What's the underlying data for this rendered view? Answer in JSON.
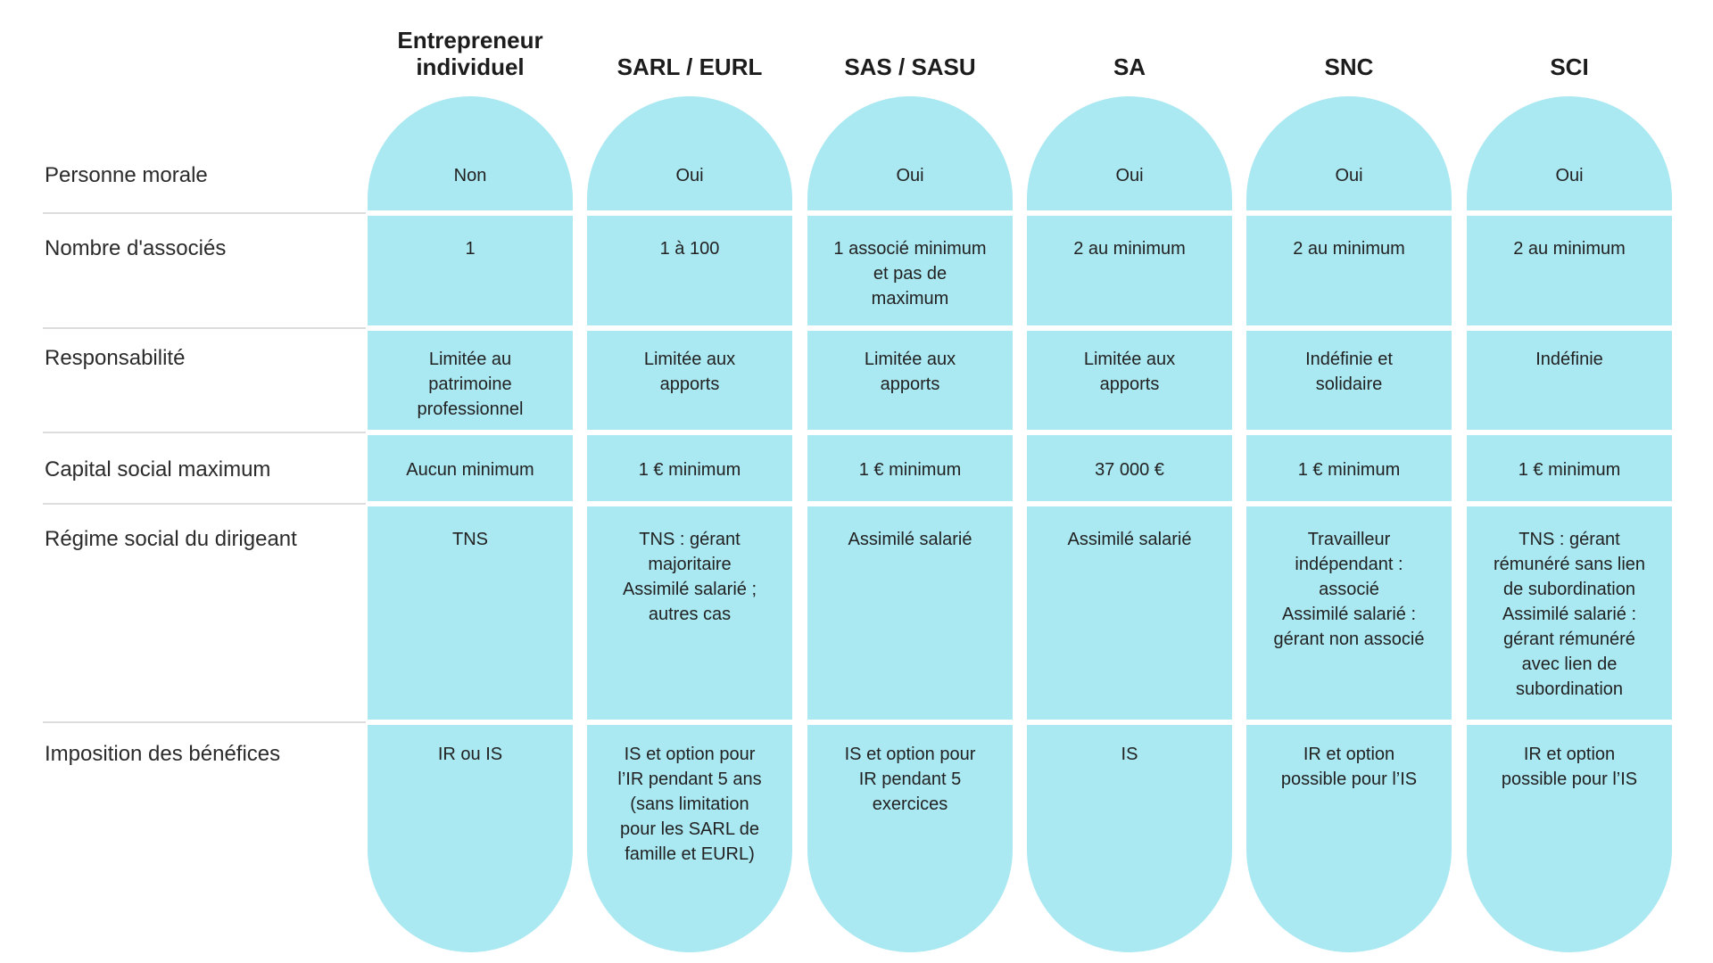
{
  "palette": {
    "pill_fill": "#aae8f2",
    "separator_line": "#dcdcdc",
    "header_text": "#1c1c1c",
    "label_text": "#2b2b2b",
    "cell_text": "#222222",
    "background": "#ffffff"
  },
  "header": {
    "titles": [
      "Entrepreneur\nindividuel",
      "SARL / EURL",
      "SAS / SASU",
      "SA",
      "SNC",
      "SCI"
    ]
  },
  "table": {
    "rows": [
      {
        "label": "Personne morale",
        "cells": [
          "Non",
          "Oui",
          "Oui",
          "Oui",
          "Oui",
          "Oui"
        ]
      },
      {
        "label": "Nombre d'associés",
        "cells": [
          "1",
          "1 à 100",
          "1 associé minimum\net pas de\nmaximum",
          "2 au minimum",
          "2 au minimum",
          "2 au minimum"
        ]
      },
      {
        "label": "Responsabilité",
        "cells": [
          "Limitée au\npatrimoine\nprofessionnel",
          "Limitée aux\napports",
          "Limitée aux\napports",
          "Limitée aux\napports",
          "Indéfinie et\nsolidaire",
          "Indéfinie"
        ]
      },
      {
        "label": "Capital social maximum",
        "cells": [
          "Aucun minimum",
          "1 € minimum",
          "1 € minimum",
          "37 000 €",
          "1 € minimum",
          "1 € minimum"
        ]
      },
      {
        "label": "Régime social du dirigeant",
        "cells": [
          "TNS",
          "TNS : gérant\nmajoritaire\nAssimilé salarié ;\nautres cas",
          "Assimilé salarié",
          "Assimilé salarié",
          "Travailleur\nindépendant :\nassocié\nAssimilé salarié :\ngérant non associé",
          "TNS : gérant\nrémunéré sans lien\nde subordination\nAssimilé salarié :\ngérant rémunéré\navec lien de\nsubordination"
        ]
      },
      {
        "label": "Imposition des bénéfices",
        "cells": [
          "IR ou IS",
          "IS et option pour\nl’IR pendant 5 ans\n(sans limitation\npour les SARL de\nfamille et EURL)",
          "IS et option pour\nIR pendant 5\nexercices",
          "IS",
          "IR et option\npossible pour l’IS",
          "IR et option\npossible pour l’IS"
        ]
      }
    ]
  }
}
